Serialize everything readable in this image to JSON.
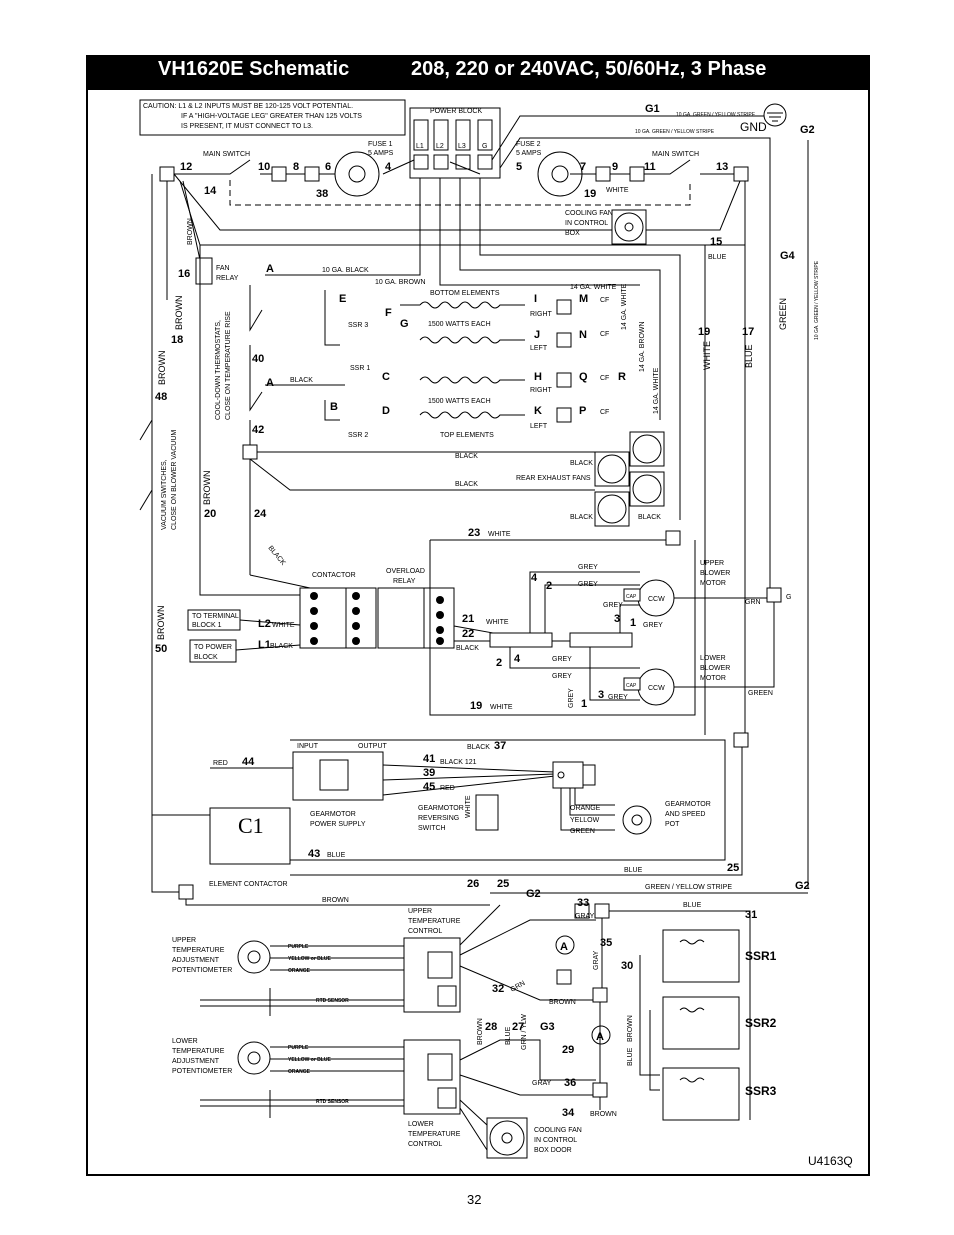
{
  "title": {
    "left": "VH1620E Schematic",
    "right": "208, 220 or 240VAC, 50/60Hz, 3 Phase"
  },
  "page_number": "32",
  "drawing_id": "U4163Q",
  "caution": [
    "CAUTION:  L1 & L2 INPUTS MUST BE 120-125 VOLT POTENTIAL.",
    "IF A \"HIGH-VOLTAGE LEG\" GREATER THAN 125 VOLTS",
    "IS PRESENT, IT MUST CONNECT TO L3."
  ],
  "power_block": {
    "label": "POWER BLOCK",
    "terminals": [
      "L1",
      "L2",
      "L3",
      "G"
    ]
  },
  "fuses": [
    {
      "name": "FUSE 1",
      "rating": "5 AMPS"
    },
    {
      "name": "FUSE 2",
      "rating": "5 AMPS"
    }
  ],
  "ground": {
    "label": "GND",
    "g1": "G1",
    "g2": "G2",
    "wire1": "10 GA. GREEN / YELLOW STRIPE",
    "wire2": "10 GA. GREEN / YELLOW STRIPE"
  },
  "main_switch_label": "MAIN SWITCH",
  "wire_colors": {
    "white": "WHITE",
    "brown": "BROWN",
    "blue": "BLUE",
    "green": "GREEN",
    "black": "BLACK",
    "grey": "GREY",
    "gray": "GRAY",
    "red": "RED",
    "orange": "ORANGE",
    "yellow": "YELLOW",
    "grn": "GRN",
    "grn_ylw": "GRN / YLW",
    "green_yellow": "GREEN / YELLOW STRIPE",
    "ga10_black": "10 GA. BLACK",
    "ga10_brown": "10 GA. BROWN",
    "ga14_white": "14 GA. WHITE",
    "ga14_brown": "14 GA. BROWN",
    "ga10_gy": "10 GA. GREEN / YELLOW STRIPE",
    "black_121": "BLACK 121"
  },
  "components": {
    "cooling_fan_control": [
      "COOLING FAN",
      "IN CONTROL",
      "BOX"
    ],
    "fan_relay": [
      "FAN",
      "RELAY"
    ],
    "bottom_elements": "BOTTOM ELEMENTS",
    "top_elements": "TOP ELEMENTS",
    "watts_each": "1500 WATTS EACH",
    "ssr1": "SSR 1",
    "ssr2": "SSR 2",
    "ssr3": "SSR 3",
    "right": "RIGHT",
    "left": "LEFT",
    "c1": "C1",
    "cooldown": [
      "COOL-DOWN THERMOSTATS,",
      "CLOSE ON TEMPERATURE RISE"
    ],
    "vacuum": [
      "VACUUM SWITCHES,",
      "CLOSE ON BLOWER VACUUM"
    ],
    "rear_fans": "REAR EXHAUST FANS",
    "contactor": "CONTACTOR",
    "overload_relay": [
      "OVERLOAD",
      "RELAY"
    ],
    "to_terminal_block": [
      "TO TERMINAL",
      "BLOCK 1"
    ],
    "to_power_block": [
      "TO POWER",
      "BLOCK"
    ],
    "upper_blower": [
      "UPPER",
      "BLOWER",
      "MOTOR"
    ],
    "lower_blower": [
      "LOWER",
      "BLOWER",
      "MOTOR"
    ],
    "cap": "CAP",
    "ccw": "CCW",
    "input": "INPUT",
    "output": "OUTPUT",
    "gearmotor_power_supply": [
      "GEARMOTOR",
      "POWER SUPPLY"
    ],
    "gearmotor_reversing_switch": [
      "GEARMOTOR",
      "REVERSING",
      "SWITCH"
    ],
    "gearmotor_speed_pot": [
      "GEARMOTOR",
      "AND SPEED",
      "POT"
    ],
    "element_contactor": "ELEMENT CONTACTOR",
    "upper_temp_control": [
      "UPPER",
      "TEMPERATURE",
      "CONTROL"
    ],
    "lower_temp_control": [
      "LOWER",
      "TEMPERATURE",
      "CONTROL"
    ],
    "upper_pot": [
      "UPPER",
      "TEMPERATURE",
      "ADJUSTMENT",
      "POTENTIOMETER"
    ],
    "lower_pot": [
      "LOWER",
      "TEMPERATURE",
      "ADJUSTMENT",
      "POTENTIOMETER"
    ],
    "pot_wires": [
      "PURPLE",
      "YELLOW or BLUE",
      "ORANGE"
    ],
    "rtd_sensor": "RTD SENSOR",
    "cooling_fan_door": [
      "COOLING FAN",
      "IN CONTROL",
      "BOX DOOR"
    ],
    "ssr_big": [
      "SSR1",
      "SSR2",
      "SSR3"
    ],
    "ammeter": "A",
    "cf": "CF",
    "l1": "L1",
    "l2": "L2"
  },
  "numbers": {
    "n1": "1",
    "n2": "2",
    "n3": "3",
    "n4": "4",
    "n5": "5",
    "n6": "6",
    "n7": "7",
    "n8": "8",
    "n9": "9",
    "n10": "10",
    "n11": "11",
    "n12": "12",
    "n13": "13",
    "n14": "14",
    "n15": "15",
    "n16": "16",
    "n17": "17",
    "n18": "18",
    "n19": "19",
    "n20": "20",
    "n21": "21",
    "n22": "22",
    "n23": "23",
    "n24": "24",
    "n25": "25",
    "n26": "26",
    "n27": "27",
    "n28": "28",
    "n29": "29",
    "n30": "30",
    "n31": "31",
    "n32": "32",
    "n33": "33",
    "n34": "34",
    "n35": "35",
    "n36": "36",
    "n37": "37",
    "n38": "38",
    "n39": "39",
    "n40": "40",
    "n41": "41",
    "n42": "42",
    "n43": "43",
    "n44": "44",
    "n45": "45",
    "n48": "48",
    "n50": "50",
    "g3": "G3",
    "g4": "G4",
    "g": "G",
    "A": "A",
    "B": "B",
    "C": "C",
    "D": "D",
    "E": "E",
    "F": "F",
    "Gl": "G",
    "H": "H",
    "I": "I",
    "J": "J",
    "K": "K",
    "M": "M",
    "N": "N",
    "P": "P",
    "Q": "Q",
    "R": "R"
  }
}
